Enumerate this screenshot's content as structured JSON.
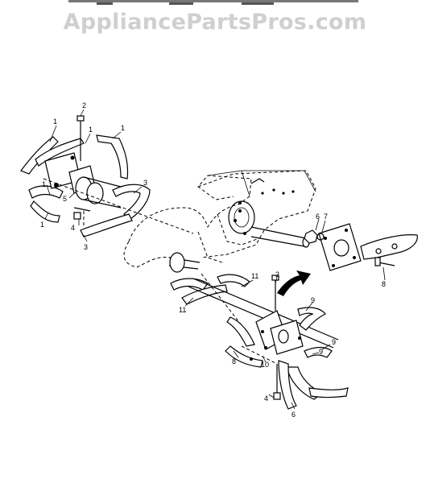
{
  "watermark": {
    "text": "AppliancePartsPros.com"
  },
  "callouts": [
    {
      "id": "c1a",
      "text": "1"
    },
    {
      "id": "c1b",
      "text": "1"
    },
    {
      "id": "c1c",
      "text": "1"
    },
    {
      "id": "c1d",
      "text": "1"
    },
    {
      "id": "c1e",
      "text": "1"
    },
    {
      "id": "c2a",
      "text": "2"
    },
    {
      "id": "c2b",
      "text": "2"
    },
    {
      "id": "c3a",
      "text": "3"
    },
    {
      "id": "c3b",
      "text": "3"
    },
    {
      "id": "c4a",
      "text": "4"
    },
    {
      "id": "c4b",
      "text": "4"
    },
    {
      "id": "c5",
      "text": "5"
    },
    {
      "id": "c6a",
      "text": "6"
    },
    {
      "id": "c6b",
      "text": "6"
    },
    {
      "id": "c7",
      "text": "7"
    },
    {
      "id": "c8a",
      "text": "8"
    },
    {
      "id": "c8b",
      "text": "8"
    },
    {
      "id": "c9a",
      "text": "9"
    },
    {
      "id": "c9b",
      "text": "9"
    },
    {
      "id": "c9c",
      "text": "9"
    },
    {
      "id": "c10",
      "text": "10"
    },
    {
      "id": "c11a",
      "text": "11"
    },
    {
      "id": "c11b",
      "text": "11"
    }
  ]
}
